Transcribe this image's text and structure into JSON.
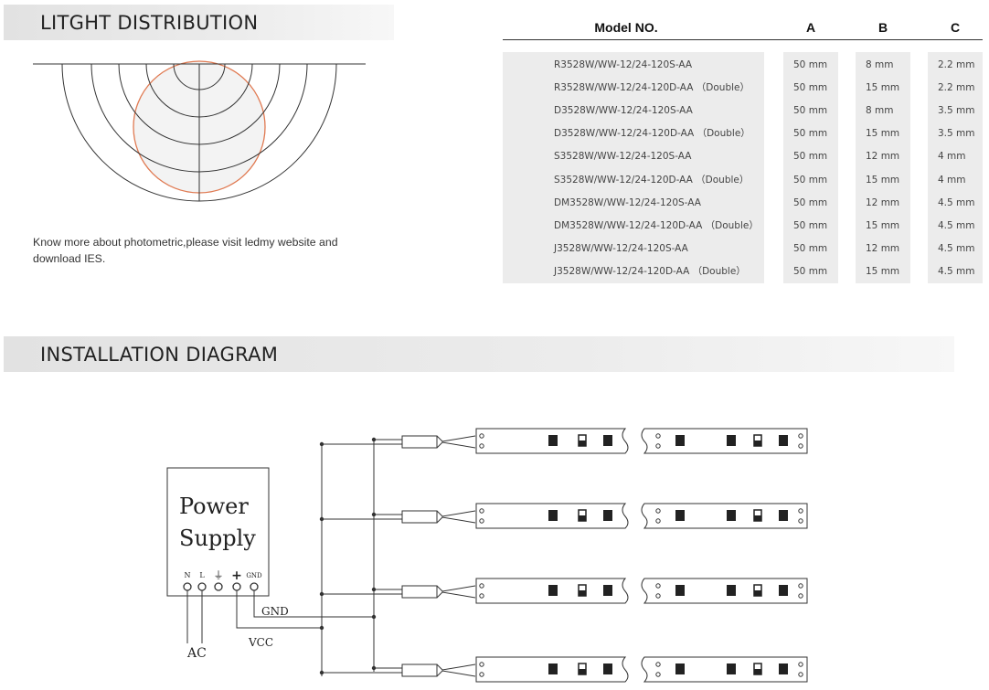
{
  "light_distribution": {
    "title": "LITGHT DISTRIBUTION",
    "note": "Know more about photometric,please visit ledmy website and download IES."
  },
  "spec_table": {
    "headers": [
      "Model NO.",
      "A",
      "B",
      "C"
    ],
    "rows": [
      [
        "R3528W/WW-12/24-120S-AA",
        "50  mm",
        "8  mm",
        "2.2 mm"
      ],
      [
        "R3528W/WW-12/24-120D-AA （Double）",
        "50  mm",
        "15  mm",
        "2.2 mm"
      ],
      [
        "D3528W/WW-12/24-120S-AA",
        "50  mm",
        "8  mm",
        "3.5 mm"
      ],
      [
        "D3528W/WW-12/24-120D-AA （Double）",
        "50  mm",
        "15  mm",
        "3.5 mm"
      ],
      [
        "S3528W/WW-12/24-120S-AA",
        "50  mm",
        "12  mm",
        "4   mm"
      ],
      [
        "S3528W/WW-12/24-120D-AA （Double）",
        "50  mm",
        "15  mm",
        "4   mm"
      ],
      [
        "DM3528W/WW-12/24-120S-AA",
        "50  mm",
        "12  mm",
        "4.5 mm"
      ],
      [
        "DM3528W/WW-12/24-120D-AA （Double）",
        "50  mm",
        "15  mm",
        "4.5 mm"
      ],
      [
        "J3528W/WW-12/24-120S-AA",
        "50  mm",
        "12  mm",
        "4.5 mm"
      ],
      [
        "J3528W/WW-12/24-120D-AA （Double）",
        "50  mm",
        "15  mm",
        "4.5 mm"
      ]
    ]
  },
  "installation": {
    "title": "INSTALLATION DIAGRAM",
    "power_supply": {
      "line1": "Power",
      "line2": "Supply",
      "terminals": [
        "N",
        "L",
        "⏚",
        "+",
        "GND"
      ]
    },
    "labels": {
      "ac": "AC",
      "gnd": "GND",
      "vcc": "VCC"
    },
    "strip_count": 4
  },
  "colors": {
    "accent_circle": "#e07a52",
    "section_bar": "#e6e6e6",
    "table_cell_bg": "#ececec"
  }
}
